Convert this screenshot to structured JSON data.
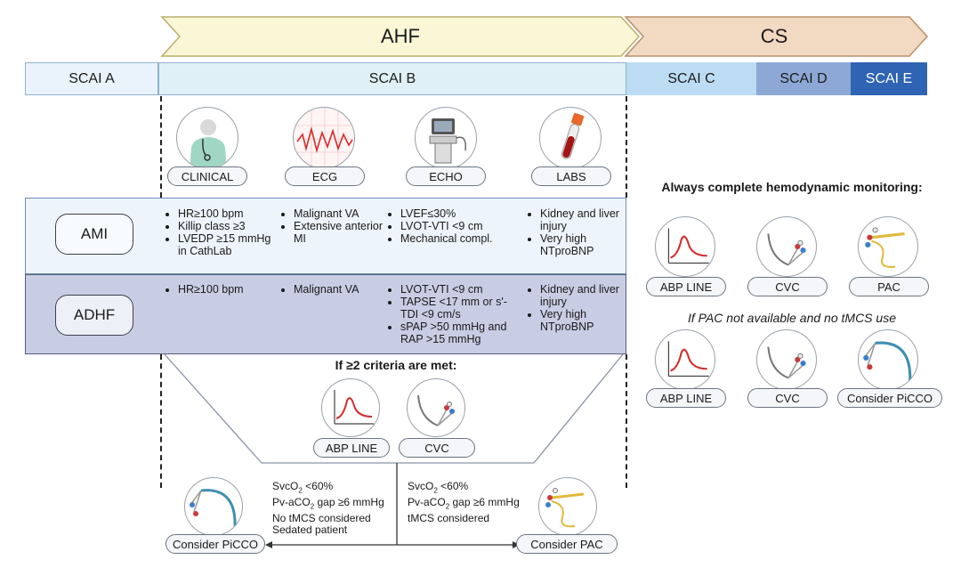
{
  "phases": {
    "ahf": "AHF",
    "cs": "CS"
  },
  "scai": {
    "a": "SCAI A",
    "b": "SCAI B",
    "c": "SCAI C",
    "d": "SCAI D",
    "e": "SCAI E"
  },
  "tools": [
    {
      "label": "CLINICAL",
      "icon": "clinician-icon"
    },
    {
      "label": "ECG",
      "icon": "ecg-icon"
    },
    {
      "label": "ECHO",
      "icon": "echo-machine-icon"
    },
    {
      "label": "LABS",
      "icon": "blood-tube-icon"
    }
  ],
  "rows": {
    "ami": {
      "label": "AMI",
      "clinical": [
        "HR≥100 bpm",
        "Killip class ≥3",
        "LVEDP ≥15 mmHg in CathLab"
      ],
      "ecg": [
        "Malignant VA",
        "Extensive anterior MI"
      ],
      "echo": [
        "LVEF≤30%",
        "LVOT-VTI <9 cm",
        "Mechanical compl."
      ],
      "labs": [
        "Kidney and liver injury",
        "Very high NTproBNP"
      ]
    },
    "adhf": {
      "label": "ADHF",
      "clinical": [
        "HR≥100 bpm"
      ],
      "ecg": [
        "Malignant VA"
      ],
      "echo": [
        "LVOT-VTI <9 cm",
        "TAPSE <17 mm or s'-TDI <9 cm/s",
        "sPAP >50 mmHg and RAP >15 mmHg"
      ],
      "labs": [
        "Kidney and liver injury",
        "Very high NTproBNP"
      ]
    }
  },
  "criteria_title": "If ≥2 criteria are met:",
  "center_monitors": [
    "ABP LINE",
    "CVC"
  ],
  "bottom_left": {
    "lines": [
      "SvcO2 <60%",
      "Pv-aCO2 gap ≥6 mmHg",
      "No tMCS considered",
      "Sedated patient"
    ],
    "label": "Consider PiCCO"
  },
  "bottom_right": {
    "lines": [
      "SvcO2 <60%",
      "Pv-aCO2 gap ≥6 mmHg",
      "tMCS considered"
    ],
    "label": "Consider PAC"
  },
  "right_panel": {
    "title": "Always complete hemodynamic monitoring:",
    "row1": [
      "ABP LINE",
      "CVC",
      "PAC"
    ],
    "note": "If PAC not available and no tMCS use",
    "row2": [
      "ABP LINE",
      "CVC",
      "Consider PiCCO"
    ]
  },
  "colors": {
    "ahf_arrow": "#fbf7d6",
    "cs_arrow": "#f2d9c2",
    "scai_a": "#eaf3fb",
    "scai_b": "#dff0f6",
    "scai_c": "#bcdcf3",
    "scai_d": "#8ea8d6",
    "scai_e": "#2f63b4",
    "ami_band": "#edf4fb",
    "adhf_band": "#c9cde4"
  }
}
